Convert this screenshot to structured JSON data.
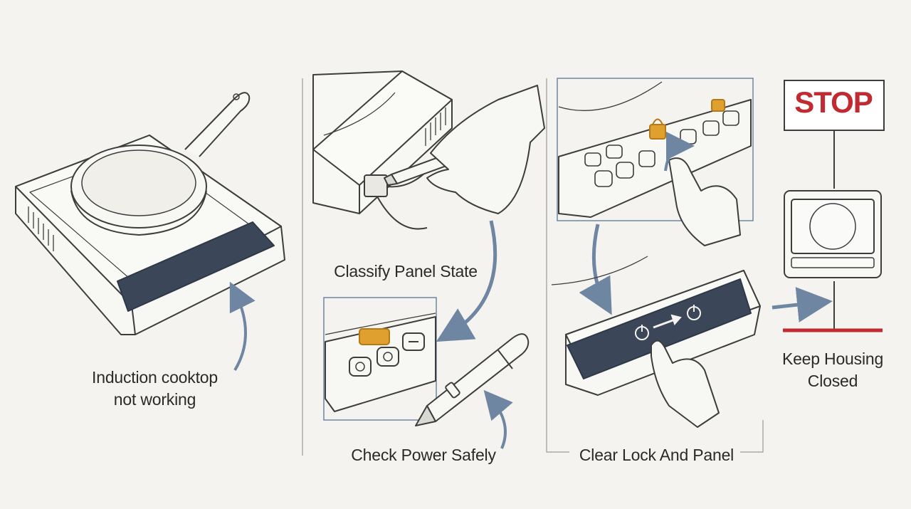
{
  "steps": {
    "problem": "Induction cooktop\nnot working",
    "check_power": "Check Power Safely",
    "classify": "Classify Panel State",
    "clear_lock": "Clear Lock And Panel",
    "keep_closed": "Keep Housing\nClosed"
  },
  "stop_sign": "STOP",
  "colors": {
    "line": "#3d3d3d",
    "arrow": "#6f86a3",
    "panel_dark": "#3b4658",
    "stop_red": "#c12a30",
    "lock_amber": "#e0a030",
    "background": "#f4f3ef"
  }
}
